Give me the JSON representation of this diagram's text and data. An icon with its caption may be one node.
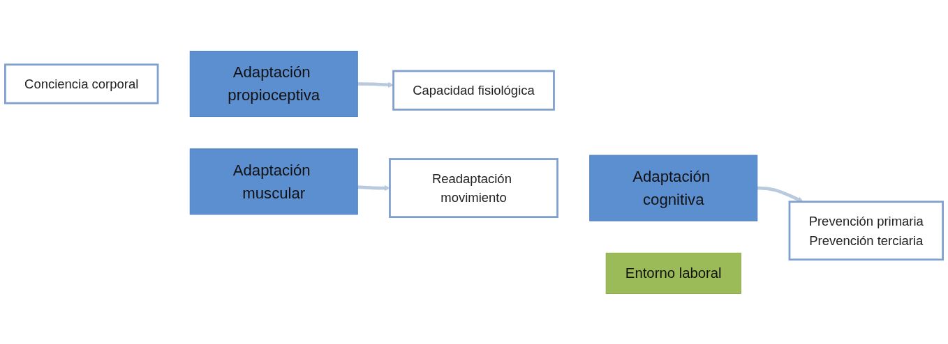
{
  "diagram": {
    "nodes": [
      {
        "text": [
          "Conciencia corporal"
        ]
      },
      {
        "text": [
          "Adaptación propioceptiva"
        ]
      },
      {
        "text": [
          "Adaptación muscular"
        ]
      },
      {
        "text": [
          "Capacidad fisiológica"
        ]
      },
      {
        "text": [
          "Readaptación movimiento"
        ]
      },
      {
        "text": [
          "Adaptación cognitiva"
        ]
      },
      {
        "text": [
          "Entorno laboral"
        ]
      },
      {
        "text": [
          "Prevención primaria",
          "Prevención terciaria"
        ]
      }
    ],
    "edges": [
      {
        "from": 1,
        "to": 3,
        "arrow": "to"
      },
      {
        "from": 2,
        "to": 4,
        "arrow": "to"
      },
      {
        "from": 5,
        "to": 7,
        "arrow": "to"
      }
    ]
  }
}
